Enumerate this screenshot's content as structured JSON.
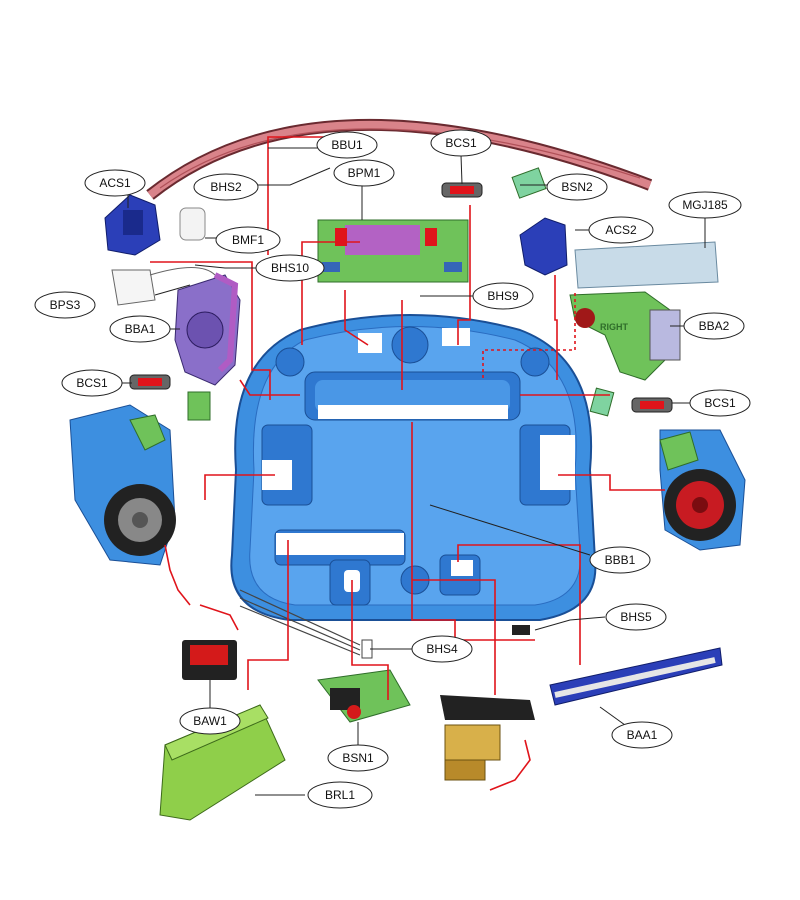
{
  "labels": {
    "bbu1": "BBU1",
    "bcs1_top": "BCS1",
    "bsn2": "BSN2",
    "acs1": "ACS1",
    "bhs2": "BHS2",
    "bpm1": "BPM1",
    "mgj185": "MGJ185",
    "bmf1": "BMF1",
    "acs2": "ACS2",
    "bhs10": "BHS10",
    "bps3": "BPS3",
    "bhs9": "BHS9",
    "bba1": "BBA1",
    "bba2": "BBA2",
    "bcs1_left": "BCS1",
    "bcs1_right": "BCS1",
    "bbb1": "BBB1",
    "bhs5": "BHS5",
    "bhs4": "BHS4",
    "baw1": "BAW1",
    "baa1": "BAA1",
    "bsn1": "BSN1",
    "brl1": "BRL1"
  },
  "part_text": {
    "right_gear": "RIGHT"
  },
  "colors": {
    "wire": "#e0141b",
    "chassis": "#3d8fe0",
    "chassis_dark": "#1e5fb0",
    "battery": "#8fcf4a",
    "pcb": "#6fc25a",
    "sensor_blue": "#2b3fb8",
    "bumper": "#c45a63",
    "motor_purple": "#8a6fc9"
  }
}
